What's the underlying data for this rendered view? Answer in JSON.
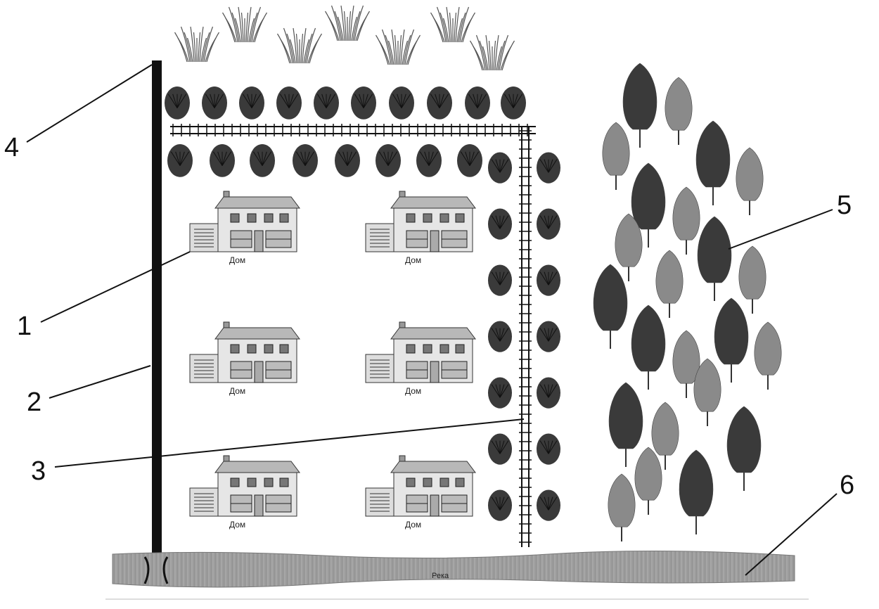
{
  "diagram": {
    "callouts": [
      {
        "id": "1",
        "label": "1"
      },
      {
        "id": "2",
        "label": "2"
      },
      {
        "id": "3",
        "label": "3"
      },
      {
        "id": "4",
        "label": "4"
      },
      {
        "id": "5",
        "label": "5"
      },
      {
        "id": "6",
        "label": "6"
      }
    ],
    "house_label": "Дом",
    "river_label": "Река",
    "colors": {
      "ink": "#111111",
      "tree_dark": "#3a3a3a",
      "tree_light": "#8a8a8a",
      "river": "#9a9a9a",
      "house_roof": "#b8b8b8",
      "house_wall": "#e6e6e6"
    }
  }
}
